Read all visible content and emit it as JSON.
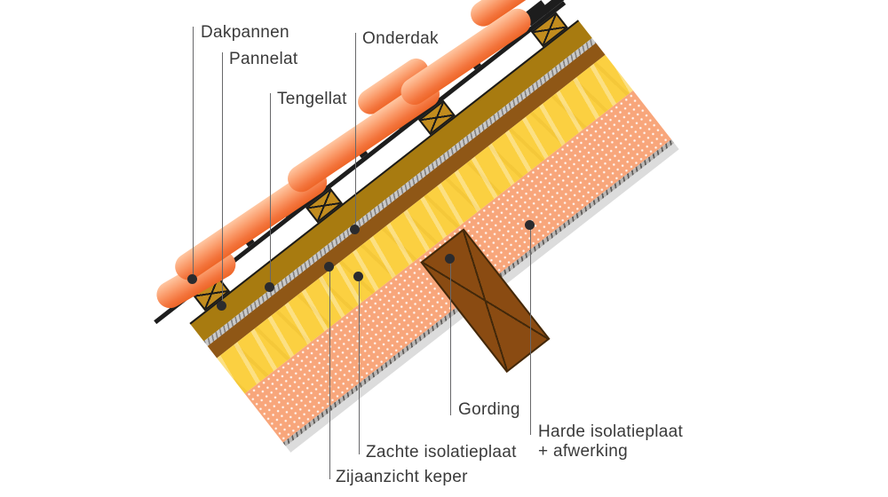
{
  "diagram": {
    "kind": "roof-construction-cross-section",
    "language": "nl",
    "roof_pitch_deg": 38
  },
  "callouts": [
    {
      "id": "dakpannen",
      "text": "Dakpannen",
      "target": "roof tiles"
    },
    {
      "id": "pannelat",
      "text": "Pannelat",
      "target": "tile batten block"
    },
    {
      "id": "tengellat",
      "text": "Tengellat",
      "target": "counter batten strip"
    },
    {
      "id": "onderdak",
      "text": "Onderdak",
      "target": "underroof board"
    },
    {
      "id": "gording",
      "text": "Gording",
      "target": "purlin beam"
    },
    {
      "id": "harde",
      "text": "Harde isolatieplaat",
      "text2": "+ afwerking",
      "target": "hard insulation board + finish"
    },
    {
      "id": "zachte",
      "text": "Zachte isolatieplaat",
      "target": "soft insulation layer"
    },
    {
      "id": "zijaanzicht",
      "text": "Zijaanzicht keper",
      "target": "rafter side view"
    }
  ],
  "materials": {
    "tile-light": "#FFC7A2",
    "tile-mid": "#FA9765",
    "tile-deep": "#F3743C",
    "tile-dark": "#EE6527",
    "lath": "#1D1D1D",
    "batten": "#C28C1E",
    "onderdak": "#A87B10",
    "membrane": "#C9C9C9",
    "keper": "#8F5716",
    "zachte": "#FBD041",
    "harde": "#F8A67B",
    "afwerking": "#DCDCDC",
    "gording": "#8A4B12",
    "gording-border": "#42280A",
    "cross": "#1A1A1A",
    "line": "#68686A",
    "dot": "#2B2B2E",
    "text": "#3A3A3A"
  }
}
